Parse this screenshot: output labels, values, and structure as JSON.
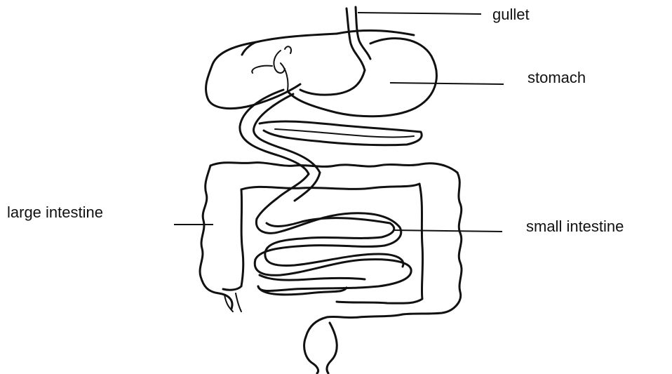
{
  "labels": {
    "gullet": "gullet",
    "stomach": "stomach",
    "large_intestine": "large intestine",
    "small_intestine": "small intestine"
  },
  "colors": {
    "line": "#111111",
    "background": "#ffffff"
  }
}
